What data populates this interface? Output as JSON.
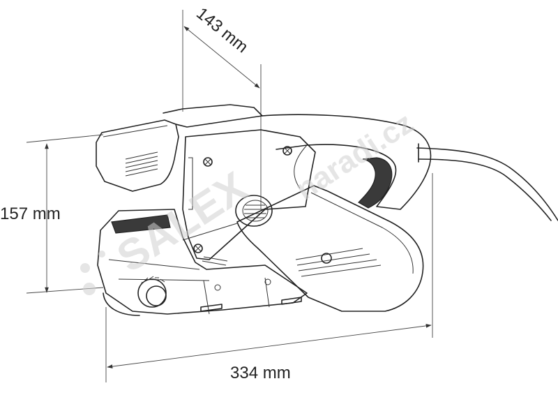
{
  "dimensions": {
    "depth": "143 mm",
    "height": "157 mm",
    "length": "334 mm"
  },
  "watermark": {
    "brand": "SALEX",
    "suffix": "naradi.cz",
    "color": "#cfcfcf"
  },
  "colors": {
    "line": "#222222",
    "background": "#ffffff"
  }
}
